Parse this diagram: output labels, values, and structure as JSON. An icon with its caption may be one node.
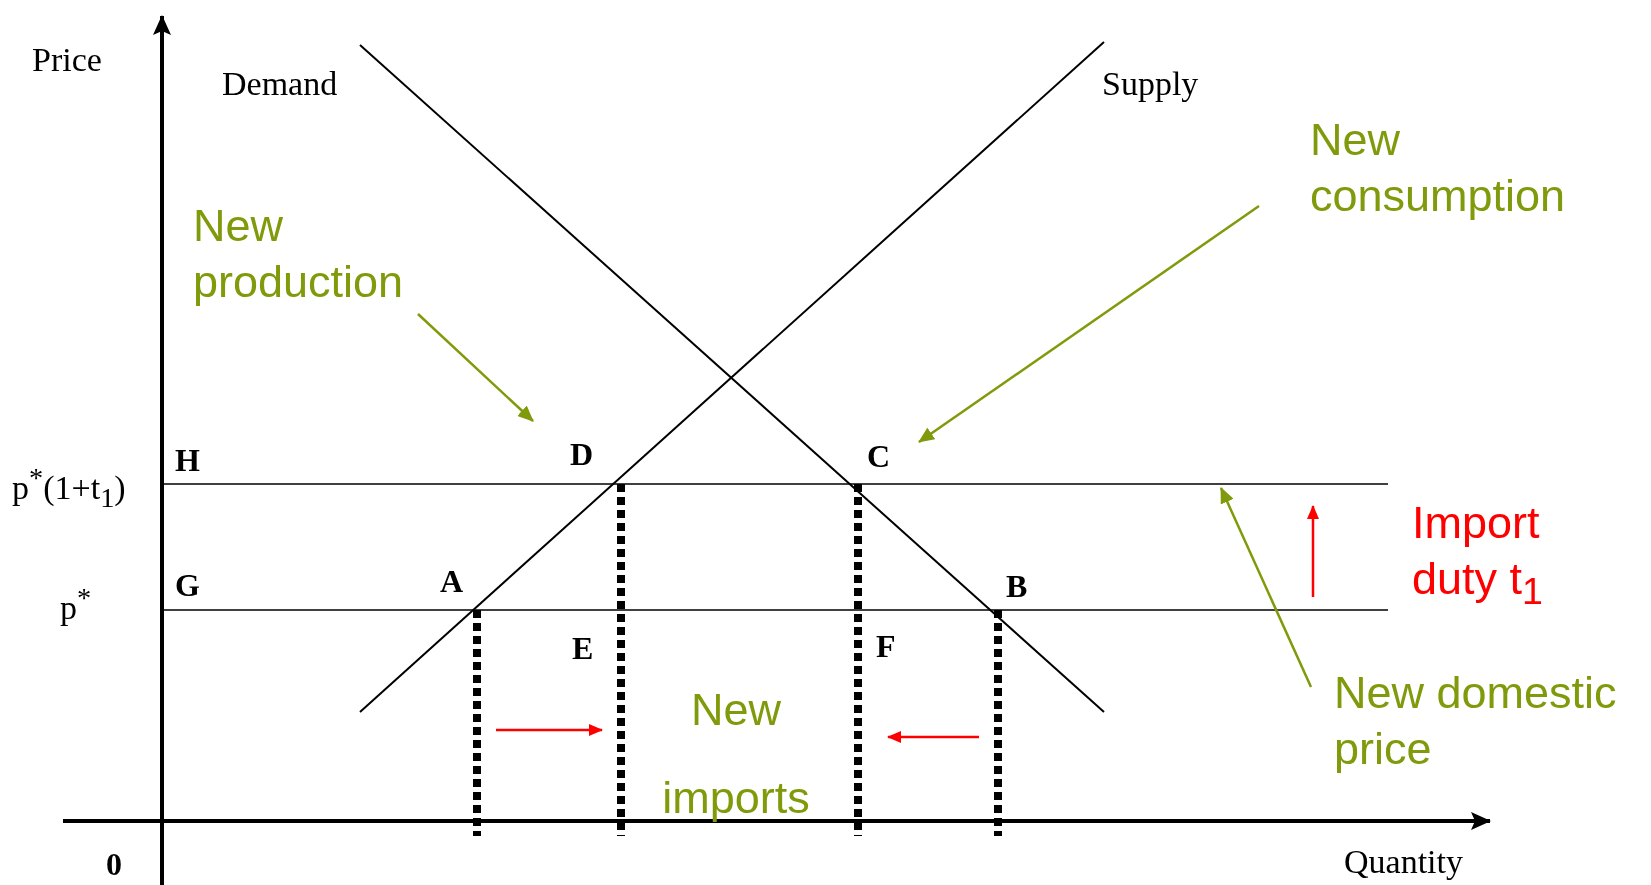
{
  "diagram": {
    "nodes": [
      {
        "text": [
          "New production"
        ]
      },
      {
        "text": [
          "New consumption"
        ]
      },
      {
        "text": [
          "New domestic price"
        ]
      }
    ],
    "edges": [
      {
        "from": 0,
        "to": null,
        "arrow": "to"
      },
      {
        "from": 1,
        "to": null,
        "arrow": "to"
      },
      {
        "from": 2,
        "to": null,
        "arrow": "to"
      }
    ],
    "labels": [
      "Price",
      "Demand",
      "Supply",
      "p$^{*}$(1+t$_{1}$)",
      "p$^{*}$",
      "H",
      "G",
      "D",
      "A",
      "C",
      "B",
      "E",
      "F",
      "New imports",
      "0",
      "Import duty t$_{1}$",
      "Quantity"
    ]
  }
}
